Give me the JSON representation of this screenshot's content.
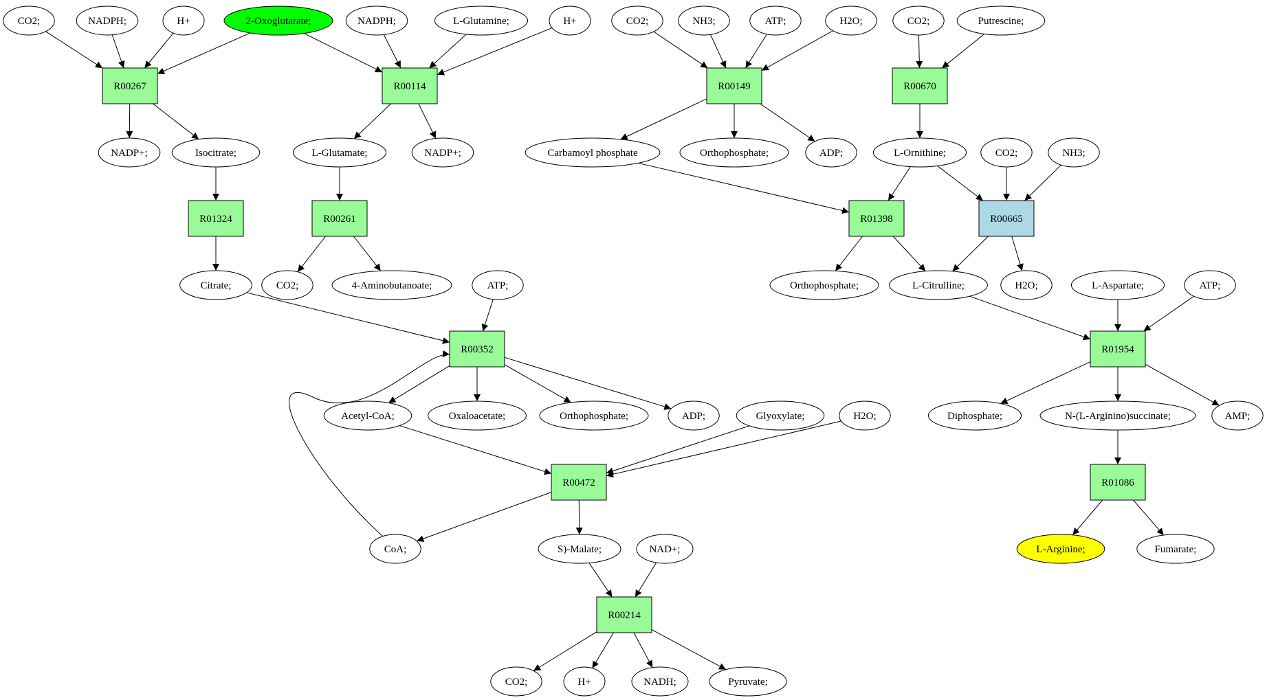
{
  "colors": {
    "reaction": "#98fb98",
    "reaction_alt": "#add8e6",
    "start": "#00ff00",
    "target": "#ffff00",
    "metabolite": "#ffffff",
    "stroke": "#000000"
  },
  "nodes": [
    {
      "id": "m_co2_1",
      "label": "CO2;",
      "kind": "metabolite"
    },
    {
      "id": "m_nadph_1",
      "label": "NADPH;",
      "kind": "metabolite"
    },
    {
      "id": "m_h_1",
      "label": "H+",
      "kind": "metabolite"
    },
    {
      "id": "m_oxo",
      "label": "2-Oxoglutarate;",
      "kind": "start"
    },
    {
      "id": "m_nadph_2",
      "label": "NADPH;",
      "kind": "metabolite"
    },
    {
      "id": "m_glutamine",
      "label": "L-Glutamine;",
      "kind": "metabolite"
    },
    {
      "id": "m_h_2",
      "label": "H+",
      "kind": "metabolite"
    },
    {
      "id": "m_co2_2",
      "label": "CO2;",
      "kind": "metabolite"
    },
    {
      "id": "m_nh3_1",
      "label": "NH3;",
      "kind": "metabolite"
    },
    {
      "id": "m_atp_1",
      "label": "ATP;",
      "kind": "metabolite"
    },
    {
      "id": "m_h2o_1",
      "label": "H2O;",
      "kind": "metabolite"
    },
    {
      "id": "m_co2_3",
      "label": "CO2;",
      "kind": "metabolite"
    },
    {
      "id": "m_putrescine",
      "label": "Putrescine;",
      "kind": "metabolite"
    },
    {
      "id": "r_R00267",
      "label": "R00267",
      "kind": "reaction"
    },
    {
      "id": "r_R00114",
      "label": "R00114",
      "kind": "reaction"
    },
    {
      "id": "r_R00149",
      "label": "R00149",
      "kind": "reaction"
    },
    {
      "id": "r_R00670",
      "label": "R00670",
      "kind": "reaction"
    },
    {
      "id": "m_nadp_1",
      "label": "NADP+;",
      "kind": "metabolite"
    },
    {
      "id": "m_isocitrate",
      "label": "Isocitrate;",
      "kind": "metabolite"
    },
    {
      "id": "m_glutamate",
      "label": "L-Glutamate;",
      "kind": "metabolite"
    },
    {
      "id": "m_nadp_2",
      "label": "NADP+;",
      "kind": "metabolite"
    },
    {
      "id": "m_carbamoyl",
      "label": "Carbamoyl phosphate",
      "kind": "metabolite"
    },
    {
      "id": "m_ortho_1",
      "label": "Orthophosphate;",
      "kind": "metabolite"
    },
    {
      "id": "m_adp_1",
      "label": "ADP;",
      "kind": "metabolite"
    },
    {
      "id": "m_ornithine",
      "label": "L-Ornithine;",
      "kind": "metabolite"
    },
    {
      "id": "m_co2_4",
      "label": "CO2;",
      "kind": "metabolite"
    },
    {
      "id": "m_nh3_2",
      "label": "NH3;",
      "kind": "metabolite"
    },
    {
      "id": "r_R01324",
      "label": "R01324",
      "kind": "reaction"
    },
    {
      "id": "r_R00261",
      "label": "R00261",
      "kind": "reaction"
    },
    {
      "id": "r_R01398",
      "label": "R01398",
      "kind": "reaction"
    },
    {
      "id": "r_R00665",
      "label": "R00665",
      "kind": "reaction_alt"
    },
    {
      "id": "m_citrate",
      "label": "Citrate;",
      "kind": "metabolite"
    },
    {
      "id": "m_co2_5",
      "label": "CO2;",
      "kind": "metabolite"
    },
    {
      "id": "m_aminobut",
      "label": "4-Aminobutanoate;",
      "kind": "metabolite"
    },
    {
      "id": "m_atp_2",
      "label": "ATP;",
      "kind": "metabolite"
    },
    {
      "id": "m_ortho_2",
      "label": "Orthophosphate;",
      "kind": "metabolite"
    },
    {
      "id": "m_citrulline",
      "label": "L-Citrulline;",
      "kind": "metabolite"
    },
    {
      "id": "m_h2o_2",
      "label": "H2O;",
      "kind": "metabolite"
    },
    {
      "id": "m_aspartate",
      "label": "L-Aspartate;",
      "kind": "metabolite"
    },
    {
      "id": "m_atp_3",
      "label": "ATP;",
      "kind": "metabolite"
    },
    {
      "id": "r_R00352",
      "label": "R00352",
      "kind": "reaction"
    },
    {
      "id": "r_R01954",
      "label": "R01954",
      "kind": "reaction"
    },
    {
      "id": "m_acetylcoa",
      "label": "Acetyl-CoA;",
      "kind": "metabolite"
    },
    {
      "id": "m_oxaloacetate",
      "label": "Oxaloacetate;",
      "kind": "metabolite"
    },
    {
      "id": "m_ortho_3",
      "label": "Orthophosphate;",
      "kind": "metabolite"
    },
    {
      "id": "m_adp_2",
      "label": "ADP;",
      "kind": "metabolite"
    },
    {
      "id": "m_glyoxylate",
      "label": "Glyoxylate;",
      "kind": "metabolite"
    },
    {
      "id": "m_h2o_3",
      "label": "H2O;",
      "kind": "metabolite"
    },
    {
      "id": "m_diphosphate",
      "label": "Diphosphate;",
      "kind": "metabolite"
    },
    {
      "id": "m_argsucc",
      "label": "N-(L-Arginino)succinate;",
      "kind": "metabolite"
    },
    {
      "id": "m_amp",
      "label": "AMP;",
      "kind": "metabolite"
    },
    {
      "id": "r_R00472",
      "label": "R00472",
      "kind": "reaction"
    },
    {
      "id": "r_R01086",
      "label": "R01086",
      "kind": "reaction"
    },
    {
      "id": "m_coa",
      "label": "CoA;",
      "kind": "metabolite"
    },
    {
      "id": "m_malate",
      "label": "S)-Malate;",
      "kind": "metabolite"
    },
    {
      "id": "m_nad",
      "label": "NAD+;",
      "kind": "metabolite"
    },
    {
      "id": "m_arginine",
      "label": "L-Arginine;",
      "kind": "target"
    },
    {
      "id": "m_fumarate",
      "label": "Fumarate;",
      "kind": "metabolite"
    },
    {
      "id": "r_R00214",
      "label": "R00214",
      "kind": "reaction"
    },
    {
      "id": "m_co2_6",
      "label": "CO2;",
      "kind": "metabolite"
    },
    {
      "id": "m_h_3",
      "label": "H+",
      "kind": "metabolite"
    },
    {
      "id": "m_nadh",
      "label": "NADH;",
      "kind": "metabolite"
    },
    {
      "id": "m_pyruvate",
      "label": "Pyruvate;",
      "kind": "metabolite"
    }
  ],
  "edges": [
    [
      "m_co2_1",
      "r_R00267"
    ],
    [
      "m_nadph_1",
      "r_R00267"
    ],
    [
      "m_h_1",
      "r_R00267"
    ],
    [
      "m_oxo",
      "r_R00267"
    ],
    [
      "m_oxo",
      "r_R00114"
    ],
    [
      "m_nadph_2",
      "r_R00114"
    ],
    [
      "m_glutamine",
      "r_R00114"
    ],
    [
      "m_h_2",
      "r_R00114"
    ],
    [
      "m_co2_2",
      "r_R00149"
    ],
    [
      "m_nh3_1",
      "r_R00149"
    ],
    [
      "m_atp_1",
      "r_R00149"
    ],
    [
      "m_h2o_1",
      "r_R00149"
    ],
    [
      "m_co2_3",
      "r_R00670"
    ],
    [
      "m_putrescine",
      "r_R00670"
    ],
    [
      "r_R00267",
      "m_nadp_1"
    ],
    [
      "r_R00267",
      "m_isocitrate"
    ],
    [
      "r_R00114",
      "m_glutamate"
    ],
    [
      "r_R00114",
      "m_nadp_2"
    ],
    [
      "r_R00149",
      "m_carbamoyl"
    ],
    [
      "r_R00149",
      "m_ortho_1"
    ],
    [
      "r_R00149",
      "m_adp_1"
    ],
    [
      "r_R00670",
      "m_ornithine"
    ],
    [
      "m_isocitrate",
      "r_R01324"
    ],
    [
      "m_glutamate",
      "r_R00261"
    ],
    [
      "m_carbamoyl",
      "r_R01398"
    ],
    [
      "m_ornithine",
      "r_R01398"
    ],
    [
      "m_ornithine",
      "r_R00665"
    ],
    [
      "m_co2_4",
      "r_R00665"
    ],
    [
      "m_nh3_2",
      "r_R00665"
    ],
    [
      "r_R01324",
      "m_citrate"
    ],
    [
      "r_R00261",
      "m_co2_5"
    ],
    [
      "r_R00261",
      "m_aminobut"
    ],
    [
      "r_R01398",
      "m_ortho_2"
    ],
    [
      "r_R01398",
      "m_citrulline"
    ],
    [
      "r_R00665",
      "m_citrulline"
    ],
    [
      "r_R00665",
      "m_h2o_2"
    ],
    [
      "m_citrate",
      "r_R00352"
    ],
    [
      "m_atp_2",
      "r_R00352"
    ],
    [
      "m_citrulline",
      "r_R01954"
    ],
    [
      "m_aspartate",
      "r_R01954"
    ],
    [
      "m_atp_3",
      "r_R01954"
    ],
    [
      "r_R00352",
      "m_acetylcoa"
    ],
    [
      "r_R00352",
      "m_oxaloacetate"
    ],
    [
      "r_R00352",
      "m_ortho_3"
    ],
    [
      "r_R00352",
      "m_adp_2"
    ],
    [
      "r_R01954",
      "m_diphosphate"
    ],
    [
      "r_R01954",
      "m_argsucc"
    ],
    [
      "r_R01954",
      "m_amp"
    ],
    [
      "m_acetylcoa",
      "r_R00472"
    ],
    [
      "m_glyoxylate",
      "r_R00472"
    ],
    [
      "m_h2o_3",
      "r_R00472"
    ],
    [
      "m_argsucc",
      "r_R01086"
    ],
    [
      "r_R00472",
      "m_coa"
    ],
    [
      "r_R00472",
      "m_malate"
    ],
    [
      "m_coa",
      "r_R00352"
    ],
    [
      "r_R01086",
      "m_arginine"
    ],
    [
      "r_R01086",
      "m_fumarate"
    ],
    [
      "m_malate",
      "r_R00214"
    ],
    [
      "m_nad",
      "r_R00214"
    ],
    [
      "r_R00214",
      "m_co2_6"
    ],
    [
      "r_R00214",
      "m_h_3"
    ],
    [
      "r_R00214",
      "m_nadh"
    ],
    [
      "r_R00214",
      "m_pyruvate"
    ]
  ]
}
